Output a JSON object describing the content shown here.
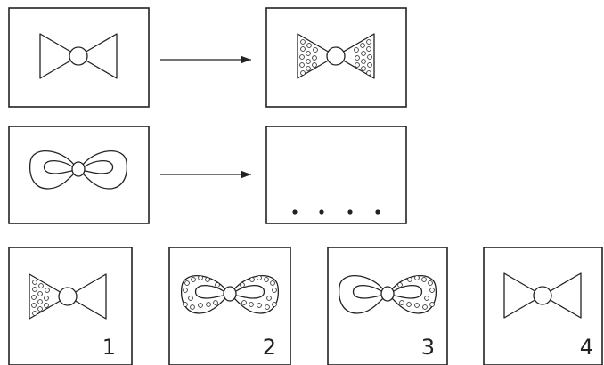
{
  "puzzle": {
    "example_row": {
      "source": "bowtie-triangular-plain",
      "target": "bowtie-triangular-dotted"
    },
    "question_row": {
      "source": "bowtie-rounded-plain",
      "target": "unknown"
    },
    "ellipsis_dot_count": 4,
    "options": [
      {
        "label": "1",
        "figure": "bowtie-triangular-left-dotted"
      },
      {
        "label": "2",
        "figure": "bowtie-rounded-dotted"
      },
      {
        "label": "3",
        "figure": "bowtie-rounded-right-dotted"
      },
      {
        "label": "4",
        "figure": "bowtie-triangular-plain"
      }
    ]
  }
}
